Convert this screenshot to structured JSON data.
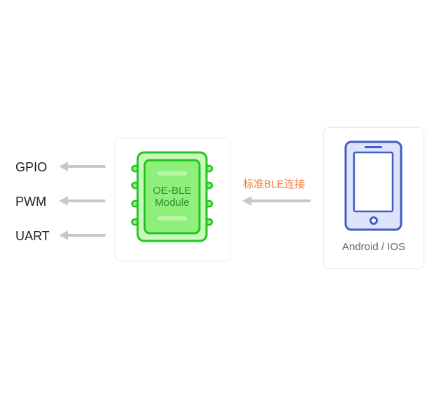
{
  "interfaces": {
    "gpio": "GPIO",
    "pwm": "PWM",
    "uart": "UART"
  },
  "module": {
    "line1": "OE-BLE",
    "line2": "Module"
  },
  "link": {
    "label": "标准BLE连接"
  },
  "device": {
    "label": "Android / IOS"
  },
  "icons": {
    "chip": "chip-icon",
    "phone": "smartphone-icon",
    "arrow": "arrow-left-icon"
  },
  "colors": {
    "chip_border": "#22c422",
    "chip_fill": "#8ef07a",
    "phone_border": "#3f5fc0",
    "phone_fill": "#dde3fb",
    "link_label": "#f07a3a",
    "arrow": "#c8c8c8"
  }
}
